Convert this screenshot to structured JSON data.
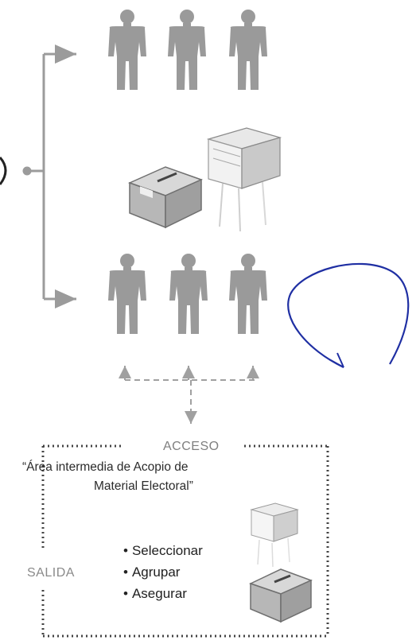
{
  "access_box": {
    "title": "ACCESO",
    "subtitle_line1": "“Área intermedia de Acopio de",
    "subtitle_line2": "Material Electoral”"
  },
  "exit": {
    "label": "SALIDA",
    "actions": [
      "Seleccionar",
      "Agrupar",
      "Asegurar"
    ],
    "bullet": "•"
  },
  "colors": {
    "figure": "#9a9a9a",
    "connector": "#9b9b9b",
    "dashed_arrow": "#a0a0a0",
    "box_border": "#444444",
    "handwritten_loop": "#1f2fa3"
  },
  "icons": [
    "person-icon",
    "ballot-box-icon",
    "voting-booth-icon"
  ]
}
